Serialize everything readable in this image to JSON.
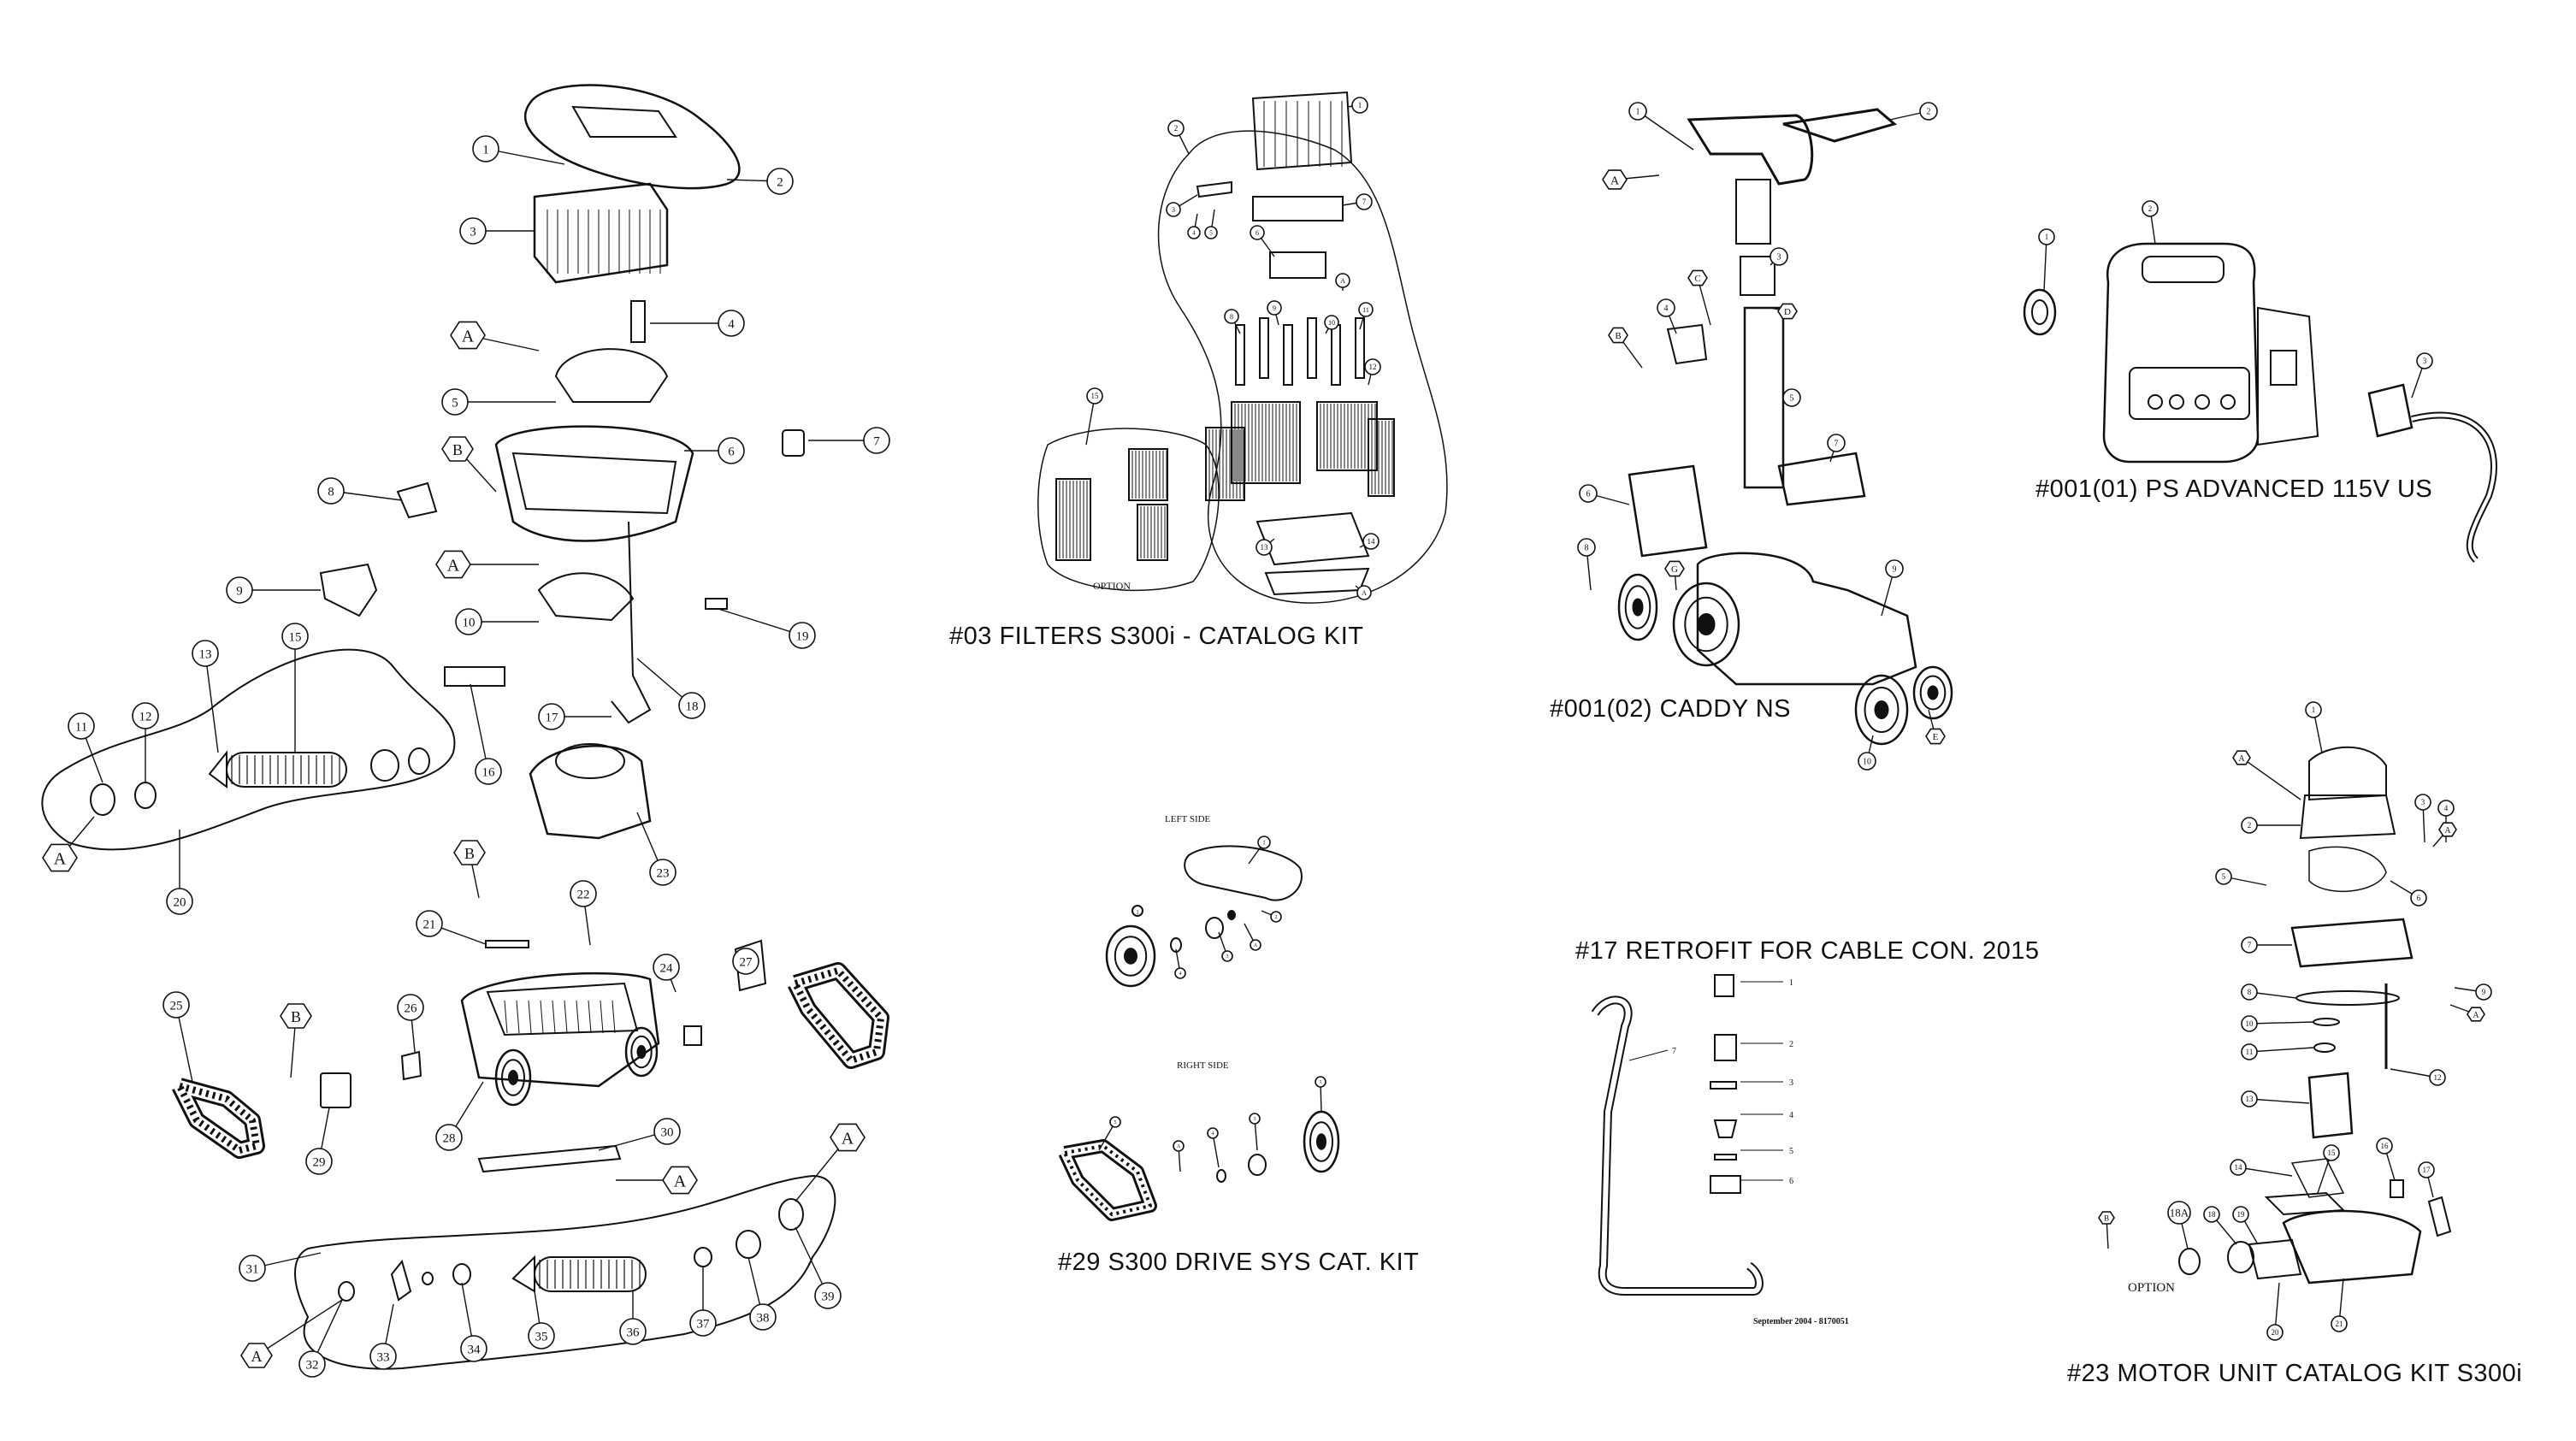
{
  "main_group": {
    "callouts": [
      "1",
      "2",
      "3",
      "4",
      "5",
      "6",
      "7",
      "8",
      "9",
      "10",
      "11",
      "12",
      "13",
      "15",
      "16",
      "17",
      "18",
      "19",
      "20",
      "21",
      "22",
      "23",
      "24",
      "25",
      "26",
      "27",
      "28",
      "29",
      "30",
      "31",
      "32",
      "33",
      "34",
      "35",
      "36",
      "37",
      "38",
      "39"
    ],
    "hex_markers": [
      "A",
      "B",
      "A",
      "B",
      "A",
      "A",
      "B",
      "A",
      "A"
    ]
  },
  "filters_kit": {
    "title": "#03 FILTERS S300i - CATALOG KIT",
    "option_label": "OPTION",
    "callouts": [
      "1",
      "2",
      "3",
      "4",
      "5",
      "6",
      "7",
      "8",
      "9",
      "10",
      "11",
      "12",
      "13",
      "14",
      "15",
      "A",
      "A"
    ]
  },
  "caddy": {
    "title": "#001(02) CADDY NS",
    "callouts": [
      "1",
      "2",
      "3",
      "4",
      "5",
      "6",
      "7",
      "8",
      "9",
      "10"
    ],
    "hex_markers": [
      "A",
      "B",
      "C",
      "D",
      "G",
      "E"
    ]
  },
  "power_supply": {
    "title": "#001(01) PS ADVANCED 115V US",
    "callouts": [
      "1",
      "2",
      "3"
    ]
  },
  "drive_kit": {
    "title": "#29 S300 DRIVE SYS CAT. KIT",
    "left_label": "LEFT SIDE",
    "right_label": "RIGHT SIDE",
    "callouts": [
      "1",
      "2",
      "3",
      "4",
      "A",
      "5",
      "A",
      "4",
      "3",
      "1"
    ]
  },
  "retrofit": {
    "title": "#17 RETROFIT FOR CABLE CON. 2015",
    "callouts": [
      "1",
      "2",
      "3",
      "4",
      "5",
      "6",
      "7"
    ],
    "footer": "September 2004 - 8170051"
  },
  "motor_unit": {
    "title": "#23 MOTOR UNIT CATALOG KIT S300i",
    "option_label": "OPTION",
    "callouts": [
      "1",
      "2",
      "3",
      "4",
      "5",
      "6",
      "7",
      "8",
      "9",
      "10",
      "11",
      "12",
      "13",
      "14",
      "15",
      "16",
      "17",
      "18",
      "18A",
      "19",
      "20",
      "21"
    ],
    "hex_markers": [
      "A",
      "A",
      "A",
      "B"
    ]
  }
}
